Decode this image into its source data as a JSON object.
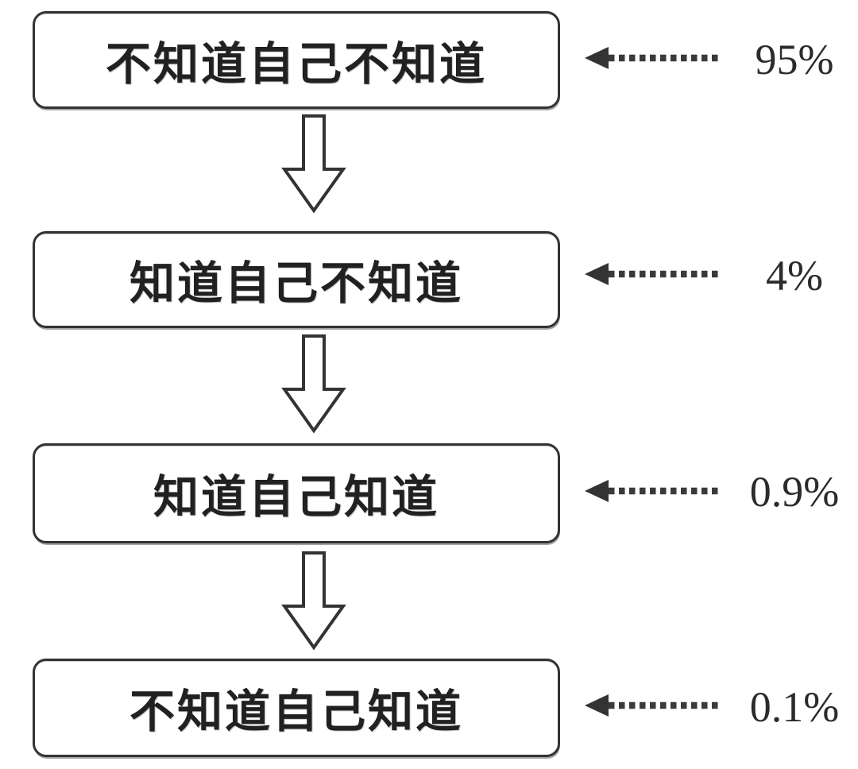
{
  "diagram": {
    "levels": [
      {
        "label": "不知道自己不知道",
        "percent": "95%"
      },
      {
        "label": "知道自己不知道",
        "percent": "4%"
      },
      {
        "label": "知道自己知道",
        "percent": "0.9%"
      },
      {
        "label": "不知道自己知道",
        "percent": "0.1%"
      }
    ],
    "colors": {
      "stroke": "#333333",
      "text": "#212121",
      "background": "#ffffff"
    }
  }
}
